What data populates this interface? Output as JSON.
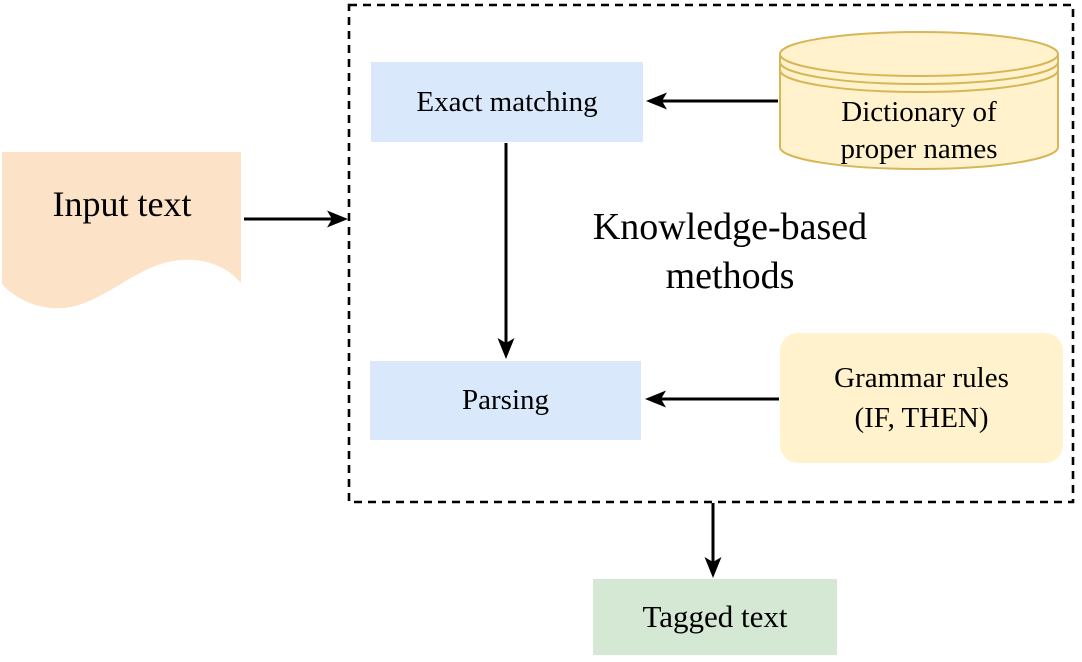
{
  "container": {
    "label_line1": "Knowledge-based",
    "label_line2": "methods"
  },
  "nodes": {
    "input": {
      "label": "Input text"
    },
    "exact_matching": {
      "label": "Exact matching"
    },
    "dictionary": {
      "label_line1": "Dictionary of",
      "label_line2": "proper names"
    },
    "parsing": {
      "label": "Parsing"
    },
    "grammar": {
      "label_line1": "Grammar rules",
      "label_line2": "(IF, THEN)"
    },
    "tagged": {
      "label": "Tagged text"
    }
  },
  "edges": [
    {
      "from": "input",
      "to": "knowledge-based-container"
    },
    {
      "from": "dictionary",
      "to": "exact_matching"
    },
    {
      "from": "exact_matching",
      "to": "parsing"
    },
    {
      "from": "grammar",
      "to": "parsing"
    },
    {
      "from": "knowledge-based-container",
      "to": "tagged"
    }
  ],
  "colors": {
    "input_fill": "#FCE2C6",
    "process_fill": "#DAE8FC",
    "knowledge_fill": "#FFF2CC",
    "knowledge_border": "#D6B656",
    "output_fill": "#D5E8D4",
    "arrow": "#000000"
  }
}
